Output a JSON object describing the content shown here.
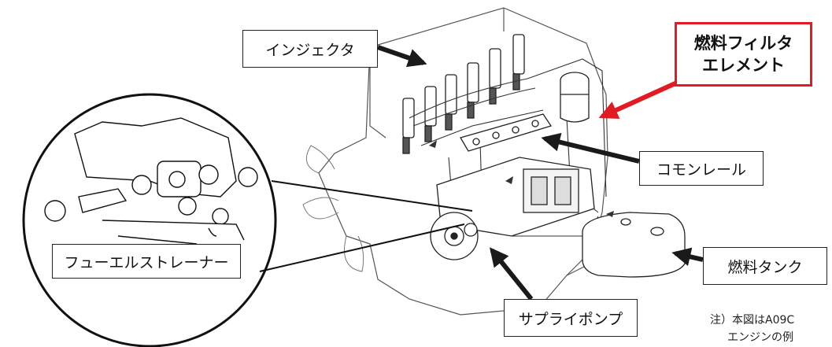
{
  "labels": {
    "injector": "インジェクタ",
    "fuel_filter_line1": "燃料フィルタ",
    "fuel_filter_line2": "エレメント",
    "common_rail": "コモンレール",
    "fuel_tank": "燃料タンク",
    "supply_pump": "サプライポンプ",
    "fuel_strainer": "フューエルストレーナー"
  },
  "note": {
    "line1": "注）本図はA09C",
    "line2": "エンジンの例"
  },
  "colors": {
    "highlight_border": "#e21b23",
    "arrow": "#1a1a1a",
    "drawing_line": "#333333"
  }
}
